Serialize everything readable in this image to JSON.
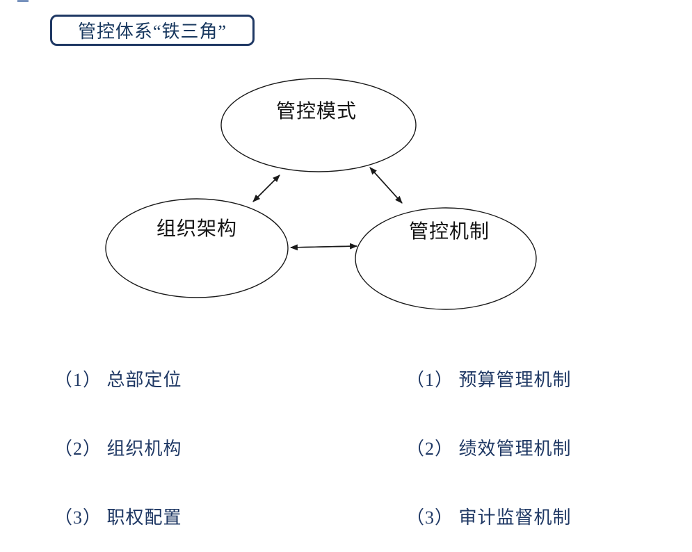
{
  "title": {
    "label": "管控体系“铁三角”"
  },
  "diagram": {
    "nodes": [
      {
        "id": "mode",
        "label": "管控模式"
      },
      {
        "id": "org",
        "label": "组织架构"
      },
      {
        "id": "mechanism",
        "label": "管控机制"
      }
    ],
    "edges": [
      {
        "from": "管控模式",
        "to": "组织架构",
        "style": "double-arrow"
      },
      {
        "from": "管控模式",
        "to": "管控机制",
        "style": "double-arrow"
      },
      {
        "from": "组织架构",
        "to": "管控机制",
        "style": "double-arrow"
      }
    ]
  },
  "lists": {
    "left": {
      "items": [
        "（1） 总部定位",
        "（2） 组织机构",
        "（3） 职权配置"
      ]
    },
    "right": {
      "items": [
        "（1） 预算管理机制",
        "（2） 绩效管理机制",
        "（3） 审计监督机制"
      ]
    }
  },
  "colors": {
    "accent": "#1F3864",
    "outline": "#1a1a1a",
    "background": "#FFFFFF"
  }
}
